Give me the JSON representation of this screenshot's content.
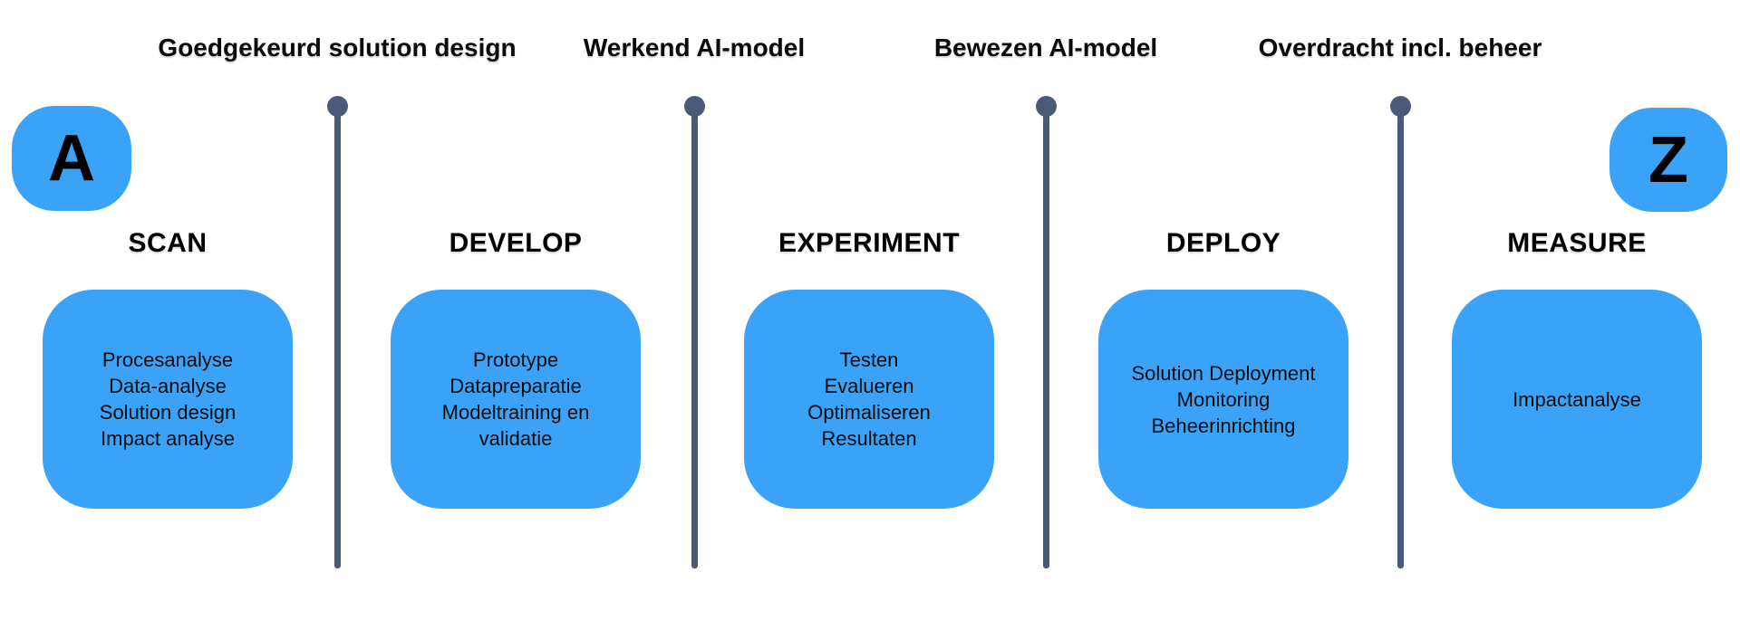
{
  "endpoints": {
    "start_label": "A",
    "end_label": "Z"
  },
  "milestones": [
    {
      "label": "Goedgekeurd solution design"
    },
    {
      "label": "Werkend AI-model"
    },
    {
      "label": "Bewezen AI-model"
    },
    {
      "label": "Overdracht incl. beheer"
    }
  ],
  "phases": [
    {
      "name": "SCAN",
      "items": [
        "Procesanalyse",
        "Data-analyse",
        "Solution design",
        "Impact analyse"
      ]
    },
    {
      "name": "DEVELOP",
      "items": [
        "Prototype",
        "Datapreparatie",
        "Modeltraining en validatie"
      ]
    },
    {
      "name": "EXPERIMENT",
      "items": [
        "Testen",
        "Evalueren",
        "Optimaliseren",
        "Resultaten"
      ]
    },
    {
      "name": "DEPLOY",
      "items": [
        "Solution Deployment",
        "Monitoring",
        "Beheerinrichting"
      ]
    },
    {
      "name": "MEASURE",
      "items": [
        "Impactanalyse"
      ]
    }
  ],
  "colors": {
    "accent_blue": "#3aa3f8",
    "marker": "#4c5a79",
    "text": "#0a0a0a"
  }
}
